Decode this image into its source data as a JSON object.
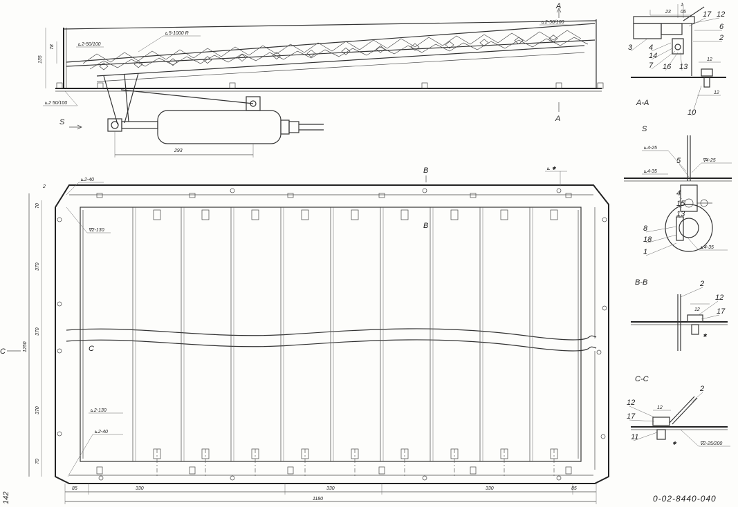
{
  "drawing_number": "0-02-8440-040",
  "page_number": "142",
  "section_labels": {
    "aa": "A-A",
    "s": "S",
    "bb": "B-B",
    "cc": "C-C",
    "arrow_a": "A",
    "arrow_s": "S",
    "arrow_b": "B",
    "arrow_c": "C"
  },
  "side_view": {
    "weld_top_right": "⊾2-50/100",
    "weld_mid": "⊾5-1000 R",
    "weld_left": "⊾2-50/100",
    "weld_bottom_left": "⊾2 50/100",
    "dim_height_135": "135",
    "dim_height_78": "78",
    "dim_cylinder": "293"
  },
  "plan_view": {
    "weld_top_left": "⊾2-40",
    "weld_corner": "∇2-130",
    "weld_bottom_left_1": "⊾2-130",
    "weld_bottom_left_2": "⊾2-40",
    "weld_top_right_mark": "⊾ ✱",
    "dim_overall_height": "1250",
    "dim_70_top": "70",
    "dim_370_a": "370",
    "dim_370_b": "370",
    "dim_370_c": "370",
    "dim_70_bottom": "70",
    "dim_2": "2",
    "dim_85_left": "85",
    "dim_330_a": "330",
    "dim_330_b": "330",
    "dim_330_c": "330",
    "dim_85_right": "85",
    "dim_overall_width": "1180"
  },
  "detail_aa": {
    "dim_23": "23",
    "dim_1": "1",
    "dim_05": "05",
    "dim_12_a": "12",
    "dim_12_b": "12",
    "parts": [
      "17",
      "12",
      "6",
      "2",
      "3",
      "4",
      "14",
      "7",
      "16",
      "13",
      "10"
    ]
  },
  "detail_s": {
    "weld_1": "⊾4-25",
    "weld_2": "∇4-25",
    "weld_3": "⊾4-35",
    "weld_4": "⊾4-35",
    "parts": [
      "5",
      "4",
      "15",
      "13",
      "8",
      "18",
      "1"
    ]
  },
  "detail_bb": {
    "dim_12": "12",
    "parts": [
      "2",
      "12",
      "17"
    ],
    "mark": "✱"
  },
  "detail_cc": {
    "dim_12": "12",
    "weld": "∇2-25/200",
    "parts": [
      "2",
      "12",
      "17",
      "11"
    ],
    "mark": "✱"
  }
}
